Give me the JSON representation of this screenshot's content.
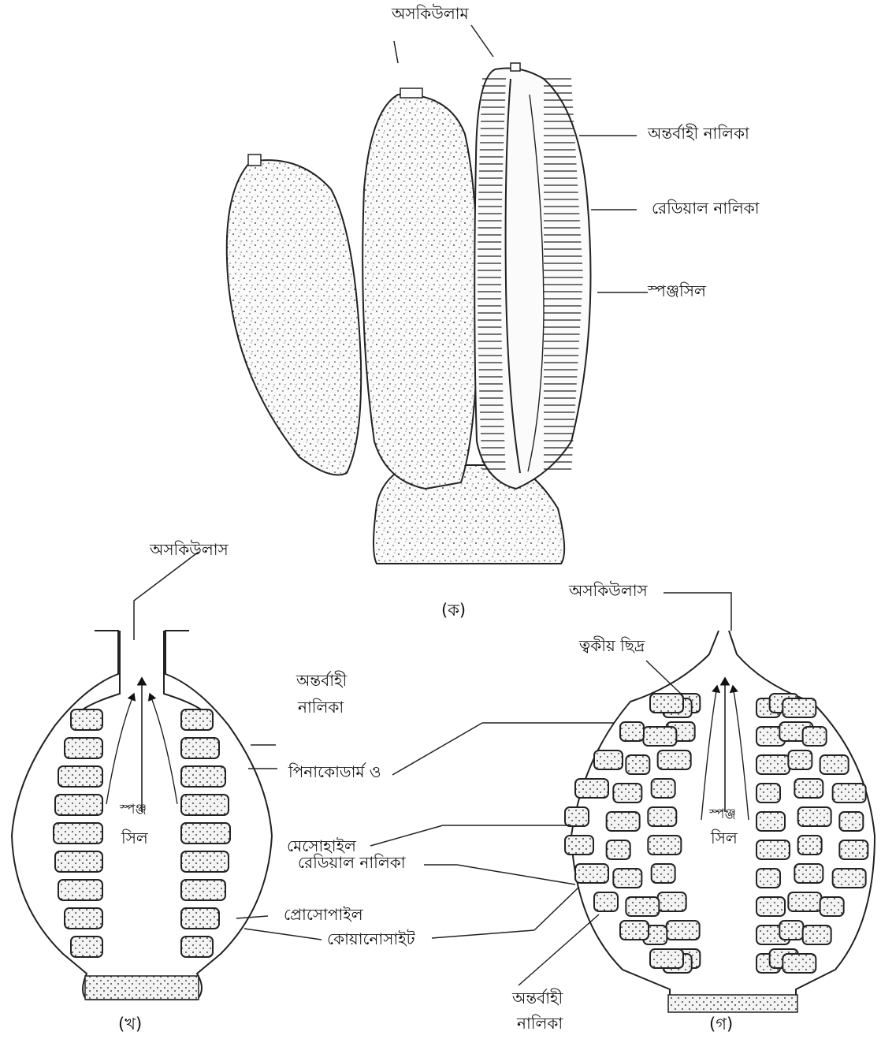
{
  "figure_a": {
    "caption": "(ক)",
    "labels": {
      "osculum": "অসকিউলাম",
      "incurrent_canal": "অন্তর্বাহী  নালিকা",
      "radial_canal": "রেডিয়াল  নালিকা",
      "spongocoel": "স্পঞ্জসিল"
    }
  },
  "figure_b": {
    "caption": "(খ)",
    "labels": {
      "osculum": "অসকিউলাস",
      "incurrent_canal_line1": "অন্তর্বাহী",
      "incurrent_canal_line2": "নালিকা",
      "spongocoel_line1": "স্পঞ্জ",
      "spongocoel_line2": "সিল",
      "pinacoderm": "পিনাকোডার্ম  ও",
      "mesohyl": "মেসোহাইল",
      "radial_canal": "রেডিয়াল  নালিকা",
      "prosopyle": "প্রোসোপাইল",
      "choanocyte": "কোয়ানোসাইট"
    }
  },
  "figure_c": {
    "caption": "(গ)",
    "labels": {
      "osculum": "অসকিউলাস",
      "dermal_pore": "ত্বকীয়  ছিদ্র",
      "spongocoel_line1": "স্পঞ্জ",
      "spongocoel_line2": "সিল",
      "incurrent_canal_line1": "অন্তর্বাহী",
      "incurrent_canal_line2": "নালিকা"
    }
  }
}
